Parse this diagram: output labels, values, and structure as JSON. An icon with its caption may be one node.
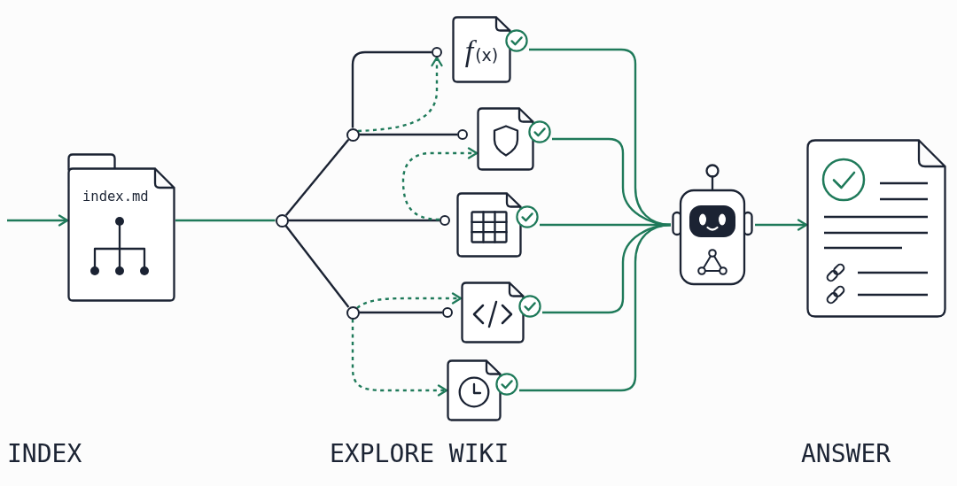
{
  "diagram": {
    "nodes": [
      {
        "text": [
          "index.md"
        ]
      },
      {
        "text": [],
        "shape": "circle"
      },
      {
        "text": [],
        "shape": "circle"
      },
      {
        "text": [],
        "shape": "circle"
      },
      {
        "text": [],
        "shape": "circle"
      },
      {
        "text": [],
        "shape": "circle"
      },
      {
        "text": [],
        "shape": "circle"
      },
      {
        "text": [],
        "shape": "circle"
      },
      {
        "text": [
          "*f*(x)"
        ]
      },
      {
        "text": [],
        "shape": "document"
      },
      {
        "text": [],
        "shape": "document"
      },
      {
        "text": [],
        "shape": "document"
      },
      {
        "text": [],
        "shape": "document"
      },
      {
        "text": [],
        "shape": "robot"
      },
      {
        "text": [],
        "shape": "document"
      }
    ],
    "edges": [
      {
        "from": null,
        "to": 0,
        "arrow": "to"
      },
      {
        "from": 0,
        "to": 1,
        "arrow": "none"
      },
      {
        "from": 1,
        "to": 2,
        "arrow": "none",
        "color": "#1b2333"
      },
      {
        "from": 1,
        "to": 6,
        "arrow": "none",
        "color": "#1b2333"
      },
      {
        "from": 1,
        "to": 3,
        "arrow": "none",
        "color": "#1b2333"
      },
      {
        "from": 2,
        "to": 4,
        "arrow": "none",
        "color": "#1b2333"
      },
      {
        "from": 2,
        "to": 5,
        "arrow": "none",
        "color": "#1b2333"
      },
      {
        "from": 3,
        "to": 7,
        "arrow": "none",
        "color": "#1b2333"
      },
      {
        "from": 2,
        "to": 4,
        "arrow": "to",
        "style": "dashed"
      },
      {
        "from": 6,
        "to": 9,
        "arrow": "to",
        "style": "dashed"
      },
      {
        "from": 3,
        "to": 11,
        "arrow": "to",
        "style": "dashed"
      },
      {
        "from": 3,
        "to": 12,
        "arrow": "to",
        "style": "dashed"
      },
      {
        "from": 8,
        "to": 13,
        "arrow": "none"
      },
      {
        "from": 9,
        "to": 13,
        "arrow": "none"
      },
      {
        "from": 10,
        "to": 13,
        "arrow": "none"
      },
      {
        "from": 11,
        "to": 13,
        "arrow": "none"
      },
      {
        "from": 12,
        "to": 13,
        "arrow": "none"
      },
      {
        "from": 13,
        "to": 14,
        "arrow": "to"
      }
    ],
    "labels": [
      "INDEX",
      "EXPLORE WIKI",
      "ANSWER"
    ]
  }
}
